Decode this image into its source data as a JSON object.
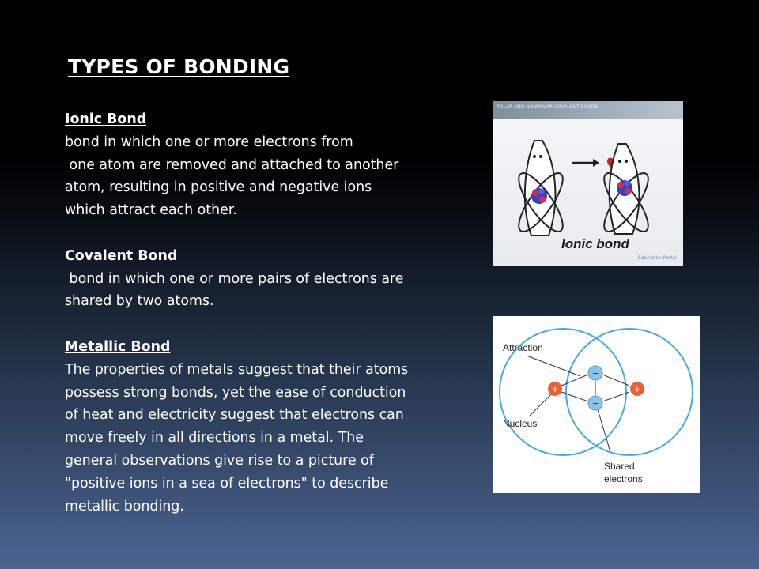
{
  "title": "TYPES OF BONDING",
  "sections": [
    {
      "heading": "Ionic Bond",
      "lines": [
        "bond in which one or more electrons from",
        " one atom are removed and attached to another",
        "atom, resulting in positive and negative ions",
        "which attract each other."
      ]
    },
    {
      "heading": "Covalent Bond",
      "lines": [
        " bond in which one or more pairs of electrons are",
        "shared by two atoms."
      ]
    },
    {
      "heading": "Metallic Bond",
      "lines": [
        "The properties of metals suggest that their atoms",
        "possess strong bonds, yet the ease of conduction",
        "of heat and electricity suggest that electrons can",
        "move freely in all directions in a metal. The",
        "general observations give rise to a picture of",
        "\"positive ions in a sea of electrons\" to describe",
        "metallic bonding."
      ]
    }
  ],
  "images": {
    "ionic": {
      "header_text": "POLAR AND NONPOLAR COVALENT BONDS",
      "caption": "Ionic bond",
      "watermark": "Education Portal"
    },
    "shared": {
      "label_attraction": "Attraction",
      "label_nucleus": "Nucleus",
      "label_shared_1": "Shared",
      "label_shared_2": "electrons",
      "plus": "+",
      "minus": "−"
    }
  },
  "colors": {
    "text": "#ffffff",
    "circle": "#4aa8dd",
    "nucleus": "#e8603c",
    "electron": "#8ec2e8"
  }
}
